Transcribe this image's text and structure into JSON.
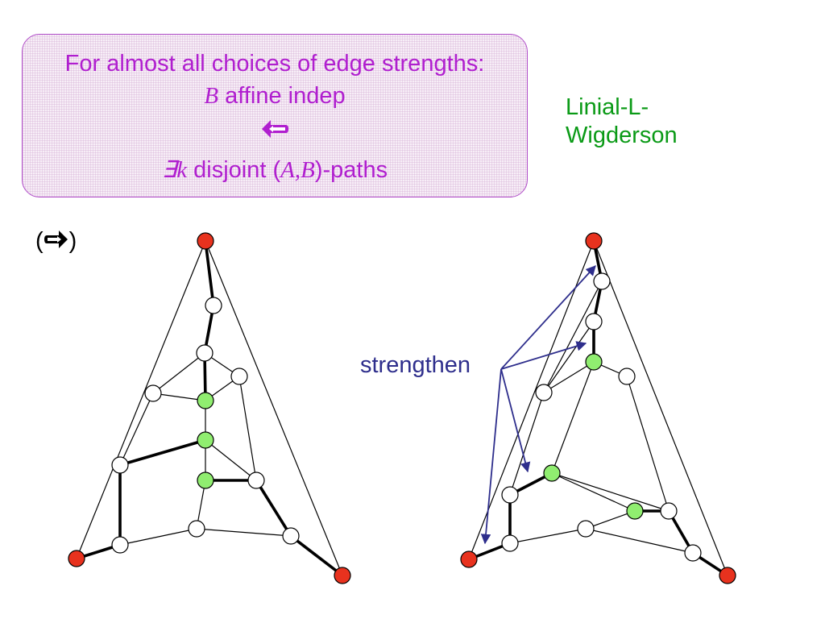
{
  "theorem": {
    "line1": "For almost all choices of edge strengths:",
    "line2_var": "B",
    "line2_text": " affine indep",
    "arrow_icon": "double-arrow-left-icon",
    "line4_prefix": "∃",
    "line4_var_k": "k",
    "line4_text1": " disjoint (",
    "line4_var_ab": "A,B",
    "line4_text2": ")-paths"
  },
  "citation": {
    "line1": "Linial-L-",
    "line2": "Wigderson"
  },
  "direction": {
    "open": "(",
    "arrow_icon": "double-arrow-right-icon",
    "close": ")"
  },
  "annotation": {
    "label": "strengthen"
  },
  "colors": {
    "theorem_text": "#b01ecf",
    "theorem_border": "#b04cc8",
    "citation": "#0a9a16",
    "annotation": "#2e2e8c",
    "node_red": "#e8321e",
    "node_green": "#90ee70",
    "node_white": "#ffffff"
  }
}
